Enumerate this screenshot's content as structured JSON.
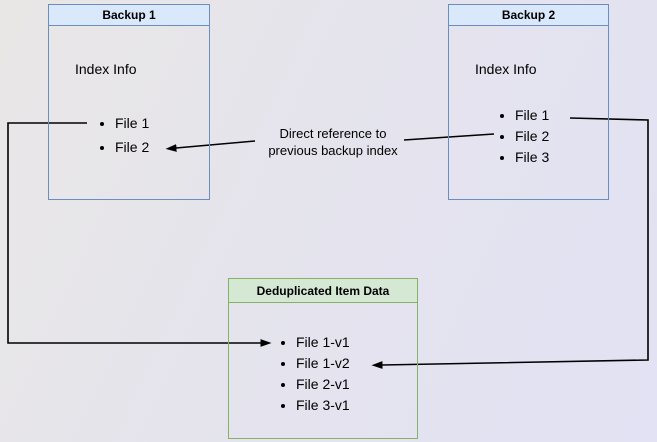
{
  "boxes": {
    "backup1": {
      "title": "Backup 1",
      "heading": "Index Info",
      "items": [
        "File 1",
        "File 2"
      ]
    },
    "backup2": {
      "title": "Backup 2",
      "heading": "Index Info",
      "items": [
        "File 1",
        "File 2",
        "File 3"
      ]
    },
    "dedup": {
      "title": "Deduplicated Item Data",
      "items": [
        "File 1-v1",
        "File 1-v2",
        "File 2-v1",
        "File 3-v1"
      ]
    }
  },
  "connector_label": {
    "line1": "Direct reference to",
    "line2": "previous backup index"
  },
  "colors": {
    "blue_fill": "#dae8fc",
    "blue_border": "#6c8ebf",
    "green_fill": "#d5e8d4",
    "green_border": "#82b366",
    "line": "#000000",
    "bg_from": "#e9e7e6",
    "bg_mid": "#e4e3ee",
    "bg_to": "#e2e2f4"
  }
}
